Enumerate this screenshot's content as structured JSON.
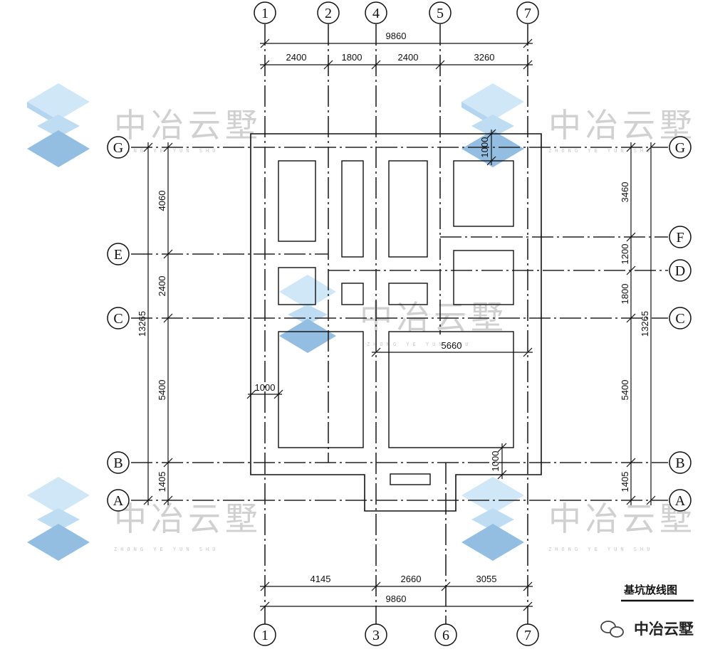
{
  "diagram": {
    "caption": "基坑放线图",
    "footer_brand": "中冶云墅",
    "watermark": {
      "text": "中冶云墅",
      "subtext": "ZHONG YE YUN SHU"
    },
    "top_axes": [
      "1",
      "2",
      "4",
      "5",
      "7"
    ],
    "bottom_axes": [
      "1",
      "3",
      "6",
      "7"
    ],
    "left_axes": [
      "G",
      "E",
      "C",
      "B",
      "A"
    ],
    "right_axes": [
      "G",
      "F",
      "D",
      "C",
      "B",
      "A"
    ],
    "dims": {
      "top_total": "9860",
      "top_segments": [
        "2400",
        "1800",
        "2400",
        "3260"
      ],
      "bottom_segments": [
        "4145",
        "2660",
        "3055"
      ],
      "bottom_total": "9860",
      "left_segments": [
        "4060",
        "2400",
        "5400",
        "1405"
      ],
      "left_total": "13265",
      "right_segments": [
        "3460",
        "1200",
        "1800",
        "5400",
        "1405"
      ],
      "right_total": "13265",
      "inner_width": "5660",
      "inner_1000_left": "1000",
      "inner_1000_top": "1000",
      "inner_1000_bottom": "1000"
    }
  }
}
